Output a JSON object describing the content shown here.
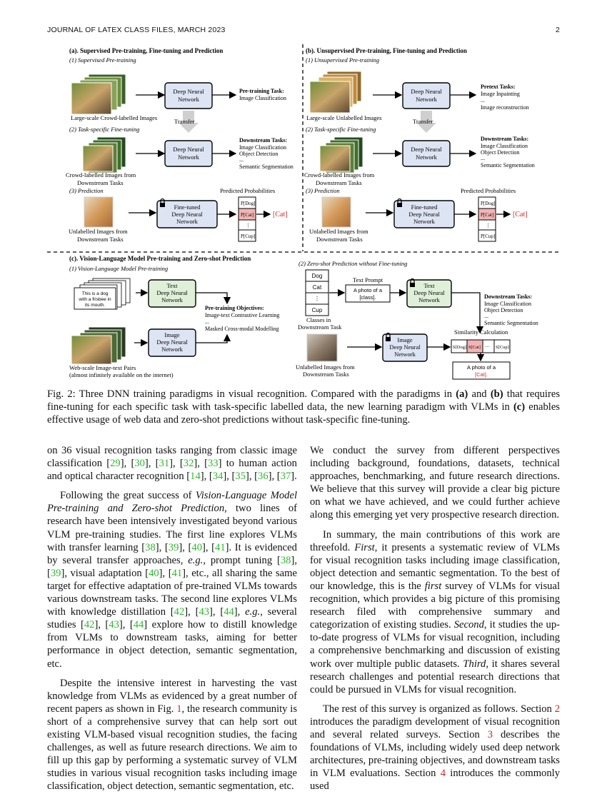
{
  "header": {
    "left": "JOURNAL OF LATEX CLASS FILES, MARCH 2023",
    "page": "2"
  },
  "figure": {
    "a": {
      "title": "(a). Supervised Pre-training, Fine-tuning and Prediction",
      "step1": "(1) Supervised Pre-training",
      "img1_label": "Large-scale Crowd-labelled Images",
      "dnn": "Deep Neural",
      "dnn2": "Network",
      "task1_title": "Pre-training Task:",
      "task1_items": [
        "Image Classification"
      ],
      "transfer": "Transfer",
      "step2": "(2) Task-specific Fine-tuning",
      "img2_label_1": "Crowd-labelled Images from",
      "img2_label_2": "Downstream Tasks",
      "task2_title": "Downstream Tasks:",
      "task2_items": [
        "Image Classification",
        "Object Detection",
        "...",
        "Semantic Segmentation"
      ],
      "step3": "(3) Prediction",
      "img3_label_1": "Unlabelled Images from",
      "img3_label_2": "Downstream Tasks",
      "ft1": "Fine-tuned",
      "ft2": "Deep Neural",
      "ft3": "Network",
      "pred_prob": "Predicted Probabilities",
      "probs": [
        "P[Dog]",
        "P[Cat]",
        "⋮",
        "P[Cup]"
      ],
      "result": "[Cat]"
    },
    "b": {
      "title": "(b). Unsupervised Pre-training, Fine-tuning and Prediction",
      "step1": "(1) Unsupervised Pre-training",
      "img1_label": "Large-scale Unlabelled Images",
      "task1_title": "Pretext Tasks:",
      "task1_items": [
        "Image Inpainting",
        "...",
        "Image reconstruction"
      ],
      "transfer": "Transfer",
      "step2": "(2) Task-specific Fine-tuning",
      "img2_label_1": "Crowd-labelled Images from",
      "img2_label_2": "Downstream Tasks",
      "task2_title": "Downstream Tasks:",
      "task2_items": [
        "Image Classification",
        "Object Detection",
        "...",
        "Semantic Segmentation"
      ],
      "step3": "(3) Prediction",
      "img3_label_1": "Unlabelled Images from",
      "img3_label_2": "Downstream Tasks",
      "pred_prob": "Predicted Probabilities",
      "result": "[Cat]"
    },
    "c": {
      "title": "(c). Vision-Language Model Pre-training and Zero-shot Prediction",
      "step1": "(1) Vision-Language Model Pre-training",
      "text_sample_1": "This is a dog",
      "text_sample_2": "with a frisbee in",
      "text_sample_3": "its mouth.",
      "text_dnn_1": "Text",
      "text_dnn_2": "Deep Neural",
      "text_dnn_3": "Network",
      "img_dnn_1": "Image",
      "img_dnn_2": "Deep Neural",
      "img_dnn_3": "Network",
      "obj_title": "Pre-training Objectives:",
      "obj_items": [
        "Image-text Contrastive Learning",
        "...",
        "Masked Cross-modal Modelling"
      ],
      "pairs_label_1": "Web-scale Image-text Pairs",
      "pairs_label_2": "(almost infinitely available on the internet)",
      "step2": "(2) Zero-shot Prediction without Fine-tuning",
      "classes": [
        "Dog",
        "Cat",
        "⋮",
        "Cup"
      ],
      "classes_label_1": "Classes in",
      "classes_label_2": "Downstream Task",
      "text_prompt": "Text Prompt",
      "prompt_1": "A photo of a",
      "prompt_2": "[class].",
      "tasks_title": "Downstream Tasks:",
      "tasks_items": [
        "Image Classification",
        "Object Detection",
        "...",
        "Semantic Segmentation"
      ],
      "sim_calc": "Similarity Calculation",
      "sims": [
        "S[Dog]",
        "S[Cat]",
        "···",
        "S[Cup]"
      ],
      "unl_label_1": "Unlabelled Images from",
      "unl_label_2": "Downstream Tasks",
      "out_1": "A photo of a",
      "out_2": "[Cat]."
    }
  },
  "caption": {
    "prefix": "Fig. 2: Three DNN training paradigms in visual recognition. Compared with the paradigms in ",
    "a": "(a)",
    "and": " and ",
    "b": "(b)",
    "mid": " that requires fine-tuning for each specific task with task-specific labelled data, the new learning paradigm with VLMs in ",
    "c": "(c)",
    "suffix": " enables effective usage of web data and zero-shot predictions without task-specific fine-tuning."
  },
  "colors": {
    "dnn_fill": "#dde4f3",
    "text_dnn_fill": "#dff0d8",
    "highlight": "#f4b4b4",
    "cite": "#2fb82f",
    "ref": "#d42424"
  }
}
